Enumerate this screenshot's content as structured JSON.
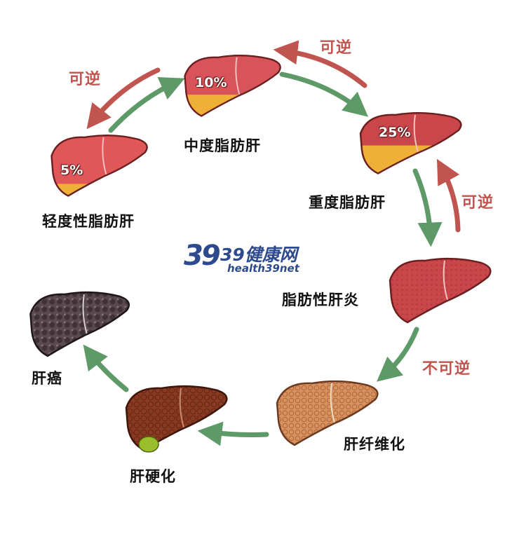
{
  "stages": {
    "mild": "轻度性脂肪肝",
    "moderate": "中度脂肪肝",
    "severe": "重度脂肪肝",
    "hepatitis": "脂肪性肝炎",
    "fibrosis": "肝纤维化",
    "cirrhosis": "肝硬化",
    "cancer": "肝癌"
  },
  "percentages": {
    "mild": "5%",
    "moderate": "10%",
    "severe": "25%"
  },
  "reversibility": {
    "mild_moderate": "可逆",
    "moderate_severe": "可逆",
    "severe_hepatitis": "可逆",
    "hepatitis_fibrosis": "不可逆"
  },
  "logo": {
    "number": "39",
    "brand": "39健康网",
    "url": "health39net"
  },
  "colors": {
    "progress_arrow": "#5e9a68",
    "reverse_arrow": "#c0554f",
    "healthy_liver": "#d9534f",
    "fat": "#f0b038",
    "inflamed_liver": "#c9464a",
    "fibrotic_liver": "#d9925e",
    "cirrhotic_liver": "#8a3a22",
    "cancer_liver": "#5a4a4e",
    "bile": "#9bbf2a",
    "logo": "#2e4a8e"
  }
}
